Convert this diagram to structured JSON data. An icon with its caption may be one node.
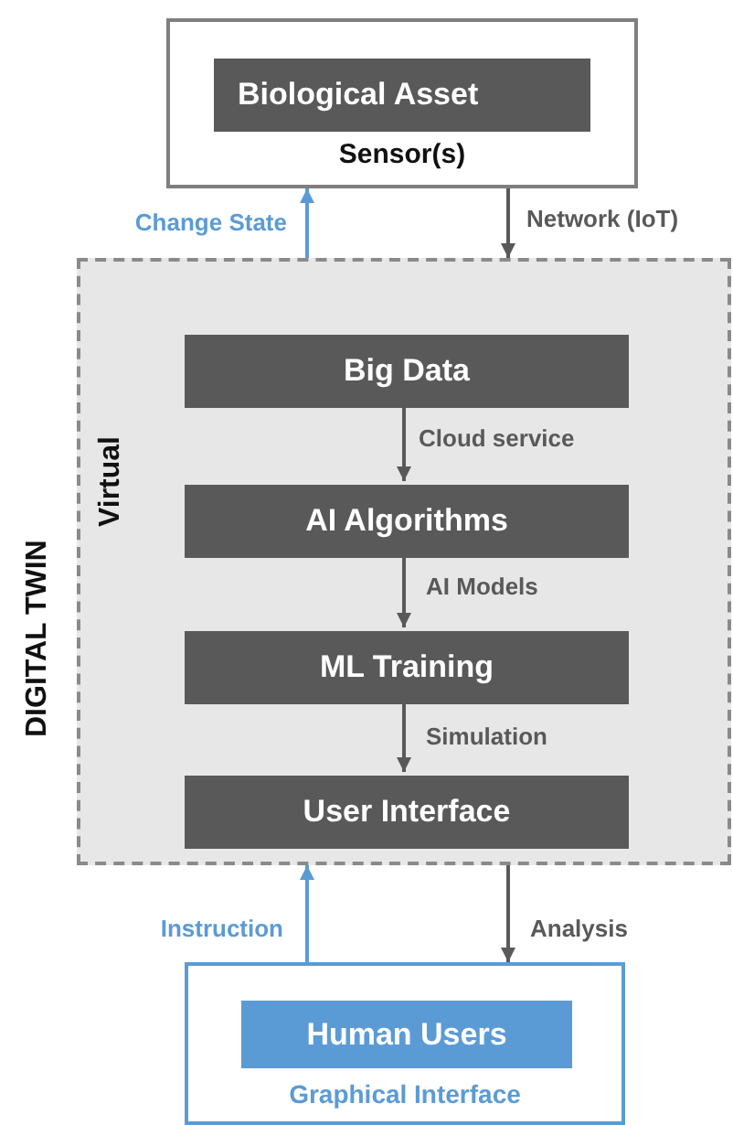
{
  "diagram": {
    "nodes": [
      {
        "text": [
          "Sensor(s)"
        ]
      },
      {
        "text": [
          "Biological Asset"
        ],
        "in": 0
      },
      {
        "text": [
          "DIGITAL TWIN",
          "Virtual"
        ]
      },
      {
        "text": [
          "Big Data"
        ],
        "in": 2
      },
      {
        "text": [
          "AI Algorithms"
        ],
        "in": 2
      },
      {
        "text": [
          "ML Training"
        ],
        "in": 2
      },
      {
        "text": [
          "User Interface"
        ],
        "in": 2
      },
      {
        "text": [
          "Graphical Interface"
        ]
      },
      {
        "text": [
          "Human Users"
        ],
        "in": 7
      }
    ],
    "edges": [
      {
        "from": 2,
        "to": 0,
        "arrow": "to",
        "label": "Change State",
        "color": "#5b9bd5"
      },
      {
        "from": 0,
        "to": 2,
        "arrow": "to",
        "label": "Network (IoT)"
      },
      {
        "from": 3,
        "to": 4,
        "arrow": "to",
        "label": "Cloud service"
      },
      {
        "from": 4,
        "to": 5,
        "arrow": "to",
        "label": "AI Models"
      },
      {
        "from": 5,
        "to": 6,
        "arrow": "to",
        "label": "Simulation"
      },
      {
        "from": 7,
        "to": 2,
        "arrow": "to",
        "label": "Instruction",
        "color": "#5b9bd5"
      },
      {
        "from": 2,
        "to": 7,
        "arrow": "to",
        "label": "Analysis"
      }
    ]
  }
}
